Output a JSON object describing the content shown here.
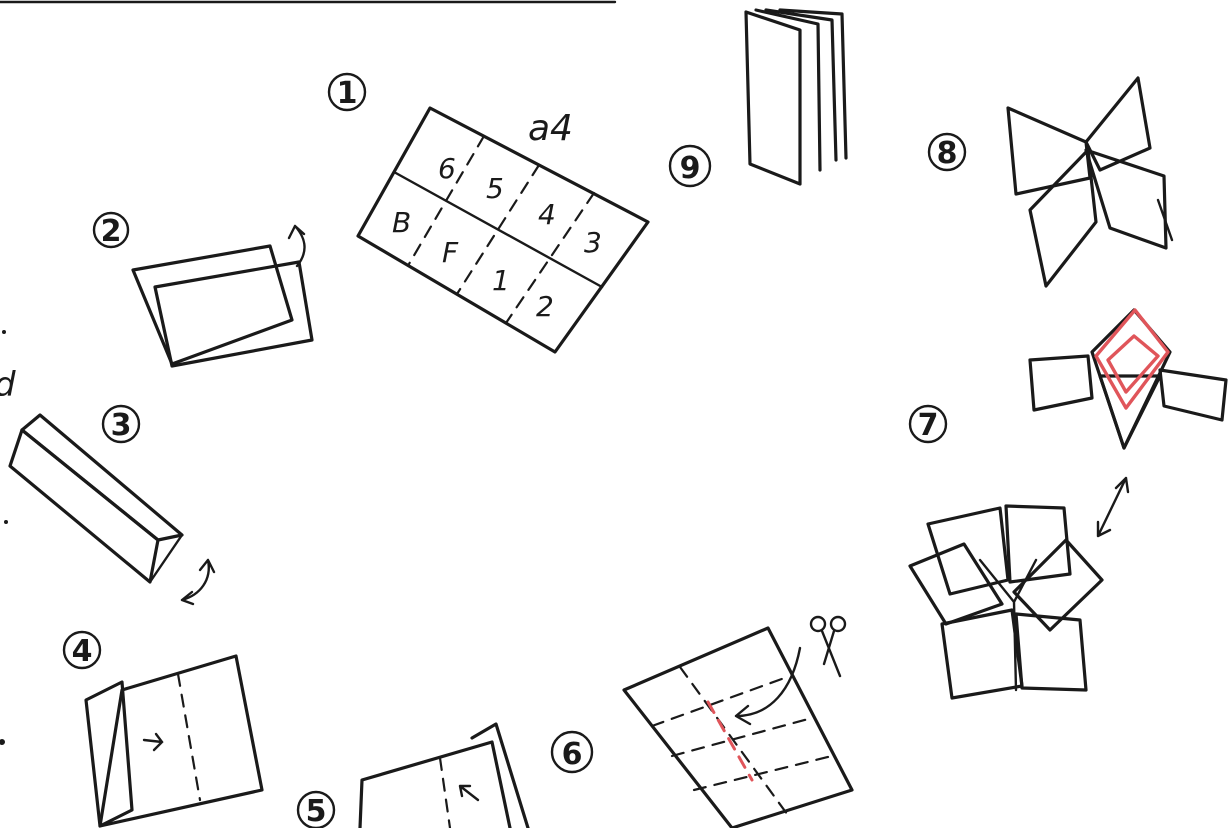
{
  "paper_label": "a4",
  "panel_numbers": [
    "6",
    "5",
    "4",
    "3",
    "B",
    "F",
    "1",
    "2"
  ],
  "steps": [
    {
      "number": "1"
    },
    {
      "number": "2"
    },
    {
      "number": "3"
    },
    {
      "number": "4"
    },
    {
      "number": "5"
    },
    {
      "number": "6"
    },
    {
      "number": "7"
    },
    {
      "number": "8"
    },
    {
      "number": "9"
    }
  ],
  "edge_fragment": "d",
  "scissors_icon": "scissors-icon",
  "colors": {
    "ink": "#1a1a1a",
    "cut_line": "#e0555a",
    "paper": "#ffffff"
  }
}
